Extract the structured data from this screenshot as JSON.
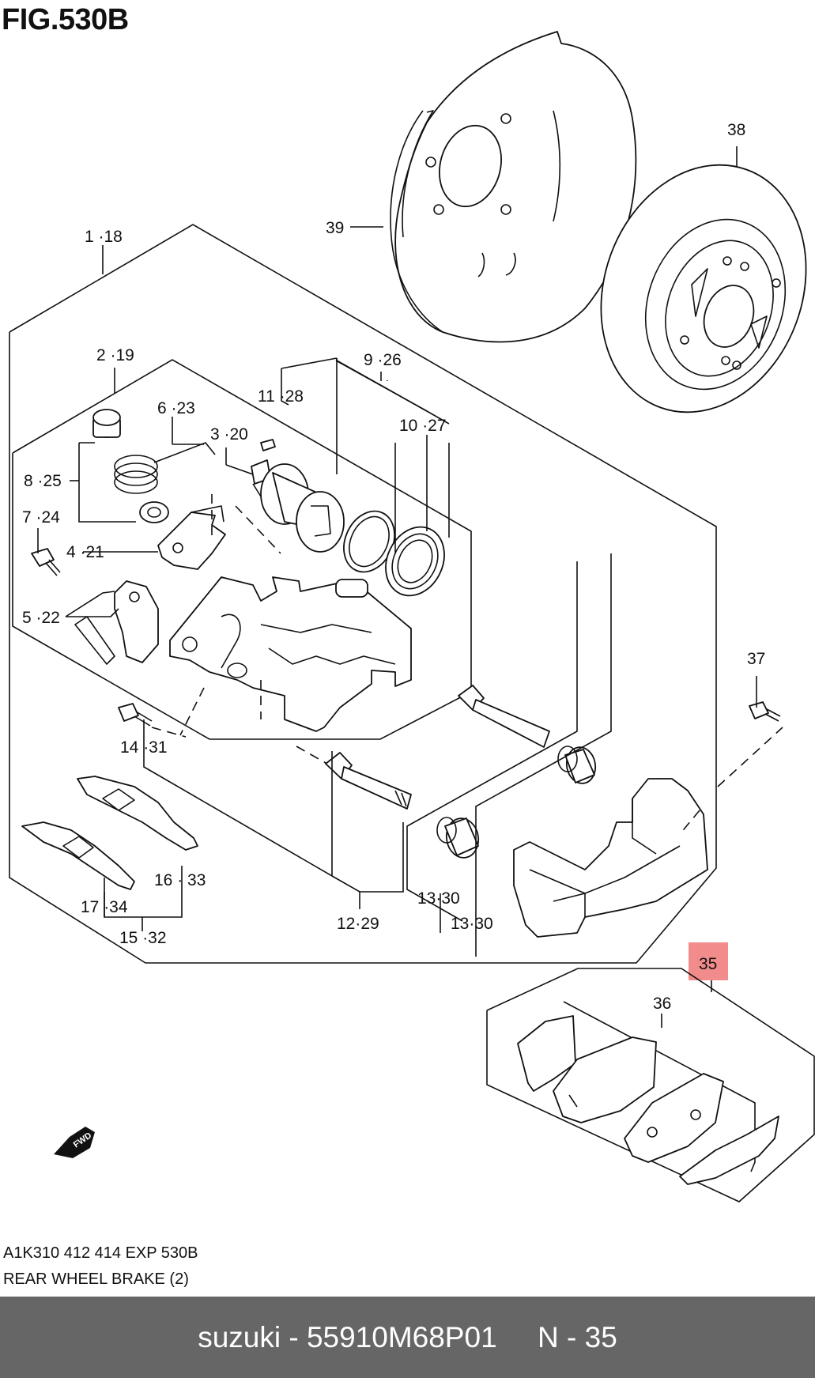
{
  "figure": {
    "title": "FIG.530B"
  },
  "callouts": {
    "c1_18": "1 ·18",
    "c2_19": "2 ·19",
    "c3_20": "3 ·20",
    "c4_21": "4 ·21",
    "c5_22": "5 ·22",
    "c6_23": "6 ·23",
    "c7_24": "7 ·24",
    "c8_25": "8 ·25",
    "c9_26": "9 ·26",
    "c10_27": "10 ·27",
    "c11_28": "11 ·28",
    "c12_29": "12·29",
    "c13_30a": "13·30",
    "c13_30b": "13·30",
    "c14_31": "14 ·31",
    "c15_32": "15 ·32",
    "c16_33": "16 · 33",
    "c17_34": "17 ·34",
    "c35": "35",
    "c36": "36",
    "c37": "37",
    "c38": "38",
    "c39": "39"
  },
  "fwd_label": "FWD",
  "footer": {
    "code": "A1K310 412 414 EXP 530B",
    "name": "REAR WHEEL BRAKE (2)"
  },
  "bottom_bar": {
    "text": "suzuki - 55910M68P01     N - 35"
  },
  "colors": {
    "highlight": "#f28b8b",
    "bar": "#666666"
  }
}
